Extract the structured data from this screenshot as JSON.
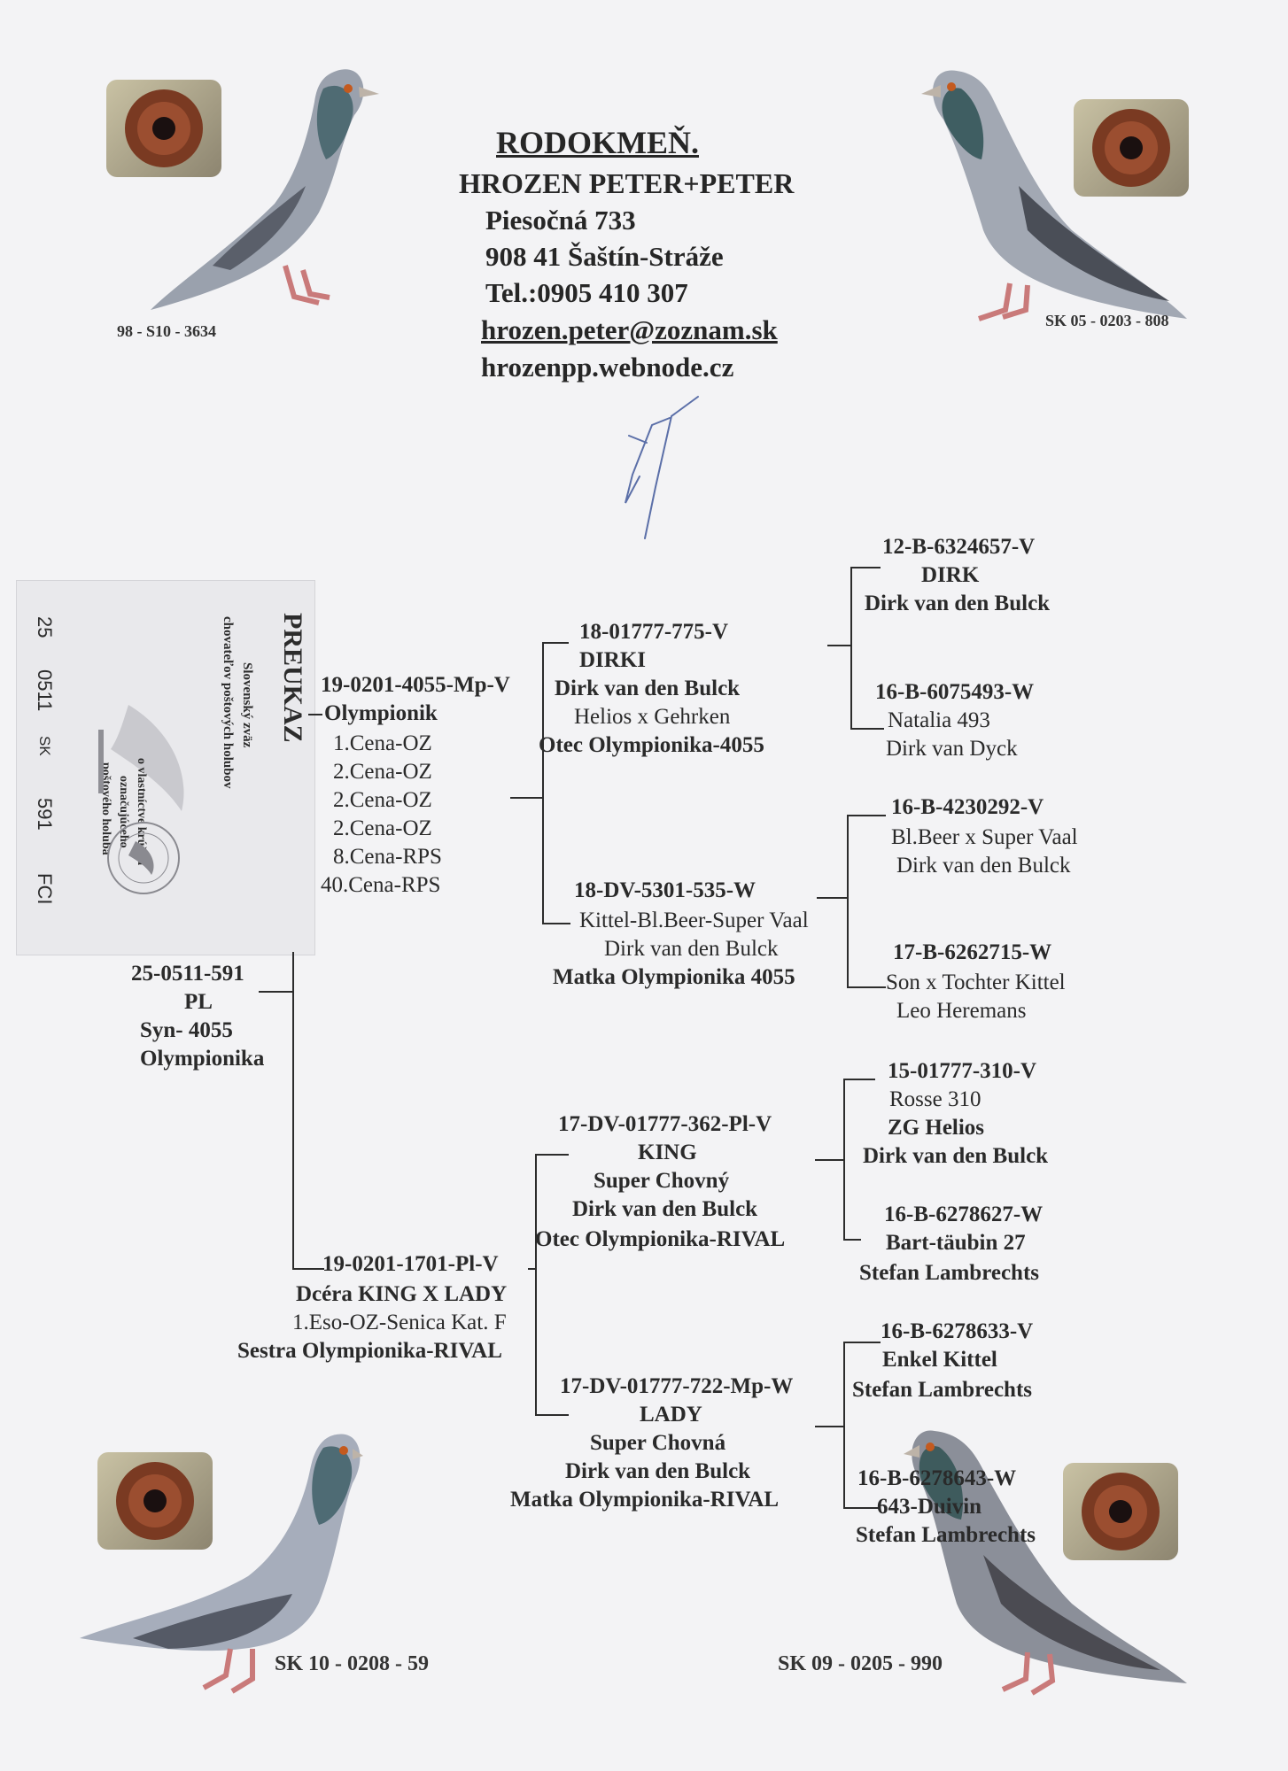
{
  "header": {
    "title": "RODOKMEŇ.",
    "owner": "HROZEN PETER+PETER",
    "street": "Piesočná 733",
    "city": "908 41 Šaštín-Stráže",
    "phone": "Tel.:0905 410 307",
    "email": "hrozen.peter@zoznam.sk",
    "web": "hrozenpp.webnode.cz"
  },
  "photos": {
    "top_left": "98 - S10 - 3634",
    "top_right": "SK 05 - 0203 - 808",
    "bottom_left": "SK 10 - 0208 - 59",
    "bottom_right": "SK 09 - 0205 - 990"
  },
  "card": {
    "title": "PREUKAZ",
    "org1": "Slovenský zväz",
    "org2": "chovateľov poštových holubov",
    "desc1": "o vlastníctve krúžku",
    "desc2": "označujúceho",
    "desc3": "poštového holuba",
    "n1": "25",
    "n2": "0511",
    "n3": "SK",
    "n4": "591",
    "n5": "FCI"
  },
  "subject": {
    "ring": "25-0511-591",
    "sex": "PL",
    "line1": "Syn- 4055",
    "line2": "Olympionika"
  },
  "father": {
    "ring": "19-0201-4055-Mp-V",
    "name": "Olympionik",
    "results": [
      "1.Cena-OZ",
      "2.Cena-OZ",
      "2.Cena-OZ",
      "2.Cena-OZ",
      "8.Cena-RPS",
      "40.Cena-RPS"
    ]
  },
  "mother": {
    "ring": "19-0201-1701-Pl-V",
    "line1": "Dcéra KING X LADY",
    "line2": "1.Eso-OZ-Senica Kat. F",
    "line3": "Sestra Olympionika-RIVAL"
  },
  "gf_father": {
    "ring": "18-01777-775-V",
    "name": "DIRKI",
    "breeder": "Dirk van den Bulck",
    "cross": "Helios x Gehrken",
    "note": "Otec Olympionika-4055"
  },
  "gm_father": {
    "ring": "18-DV-5301-535-W",
    "line1": "Kittel-Bl.Beer-Super Vaal",
    "line2": "Dirk van den Bulck",
    "note": "Matka Olympionika 4055"
  },
  "gf_mother": {
    "ring": "17-DV-01777-362-Pl-V",
    "name": "KING",
    "line1": "Super Chovný",
    "line2": "Dirk van den Bulck",
    "note": "Otec Olympionika-RIVAL"
  },
  "gm_mother": {
    "ring": "17-DV-01777-722-Mp-W",
    "name": "LADY",
    "line1": "Super Chovná",
    "line2": "Dirk van den Bulck",
    "note": "Matka Olympionika-RIVAL"
  },
  "ggp": [
    {
      "ring": "12-B-6324657-V",
      "line1": "DIRK",
      "line2": "Dirk van den Bulck"
    },
    {
      "ring": "16-B-6075493-W",
      "line1": "Natalia 493",
      "line2": "Dirk van Dyck"
    },
    {
      "ring": "16-B-4230292-V",
      "line1": "Bl.Beer x Super Vaal",
      "line2": "Dirk van den Bulck"
    },
    {
      "ring": "17-B-6262715-W",
      "line1": "Son x Tochter Kittel",
      "line2": "Leo Heremans"
    },
    {
      "ring": "15-01777-310-V",
      "line1": "Rosse 310",
      "line2": "ZG Helios",
      "line3": "Dirk van den Bulck"
    },
    {
      "ring": "16-B-6278627-W",
      "line1": "Bart-täubin 27",
      "line2": "Stefan Lambrechts"
    },
    {
      "ring": "16-B-6278633-V",
      "line1": "Enkel Kittel",
      "line2": "Stefan Lambrechts"
    },
    {
      "ring": "16-B-6278643-W",
      "line1": "643-Duivin",
      "line2": "Stefan Lambrechts"
    }
  ]
}
